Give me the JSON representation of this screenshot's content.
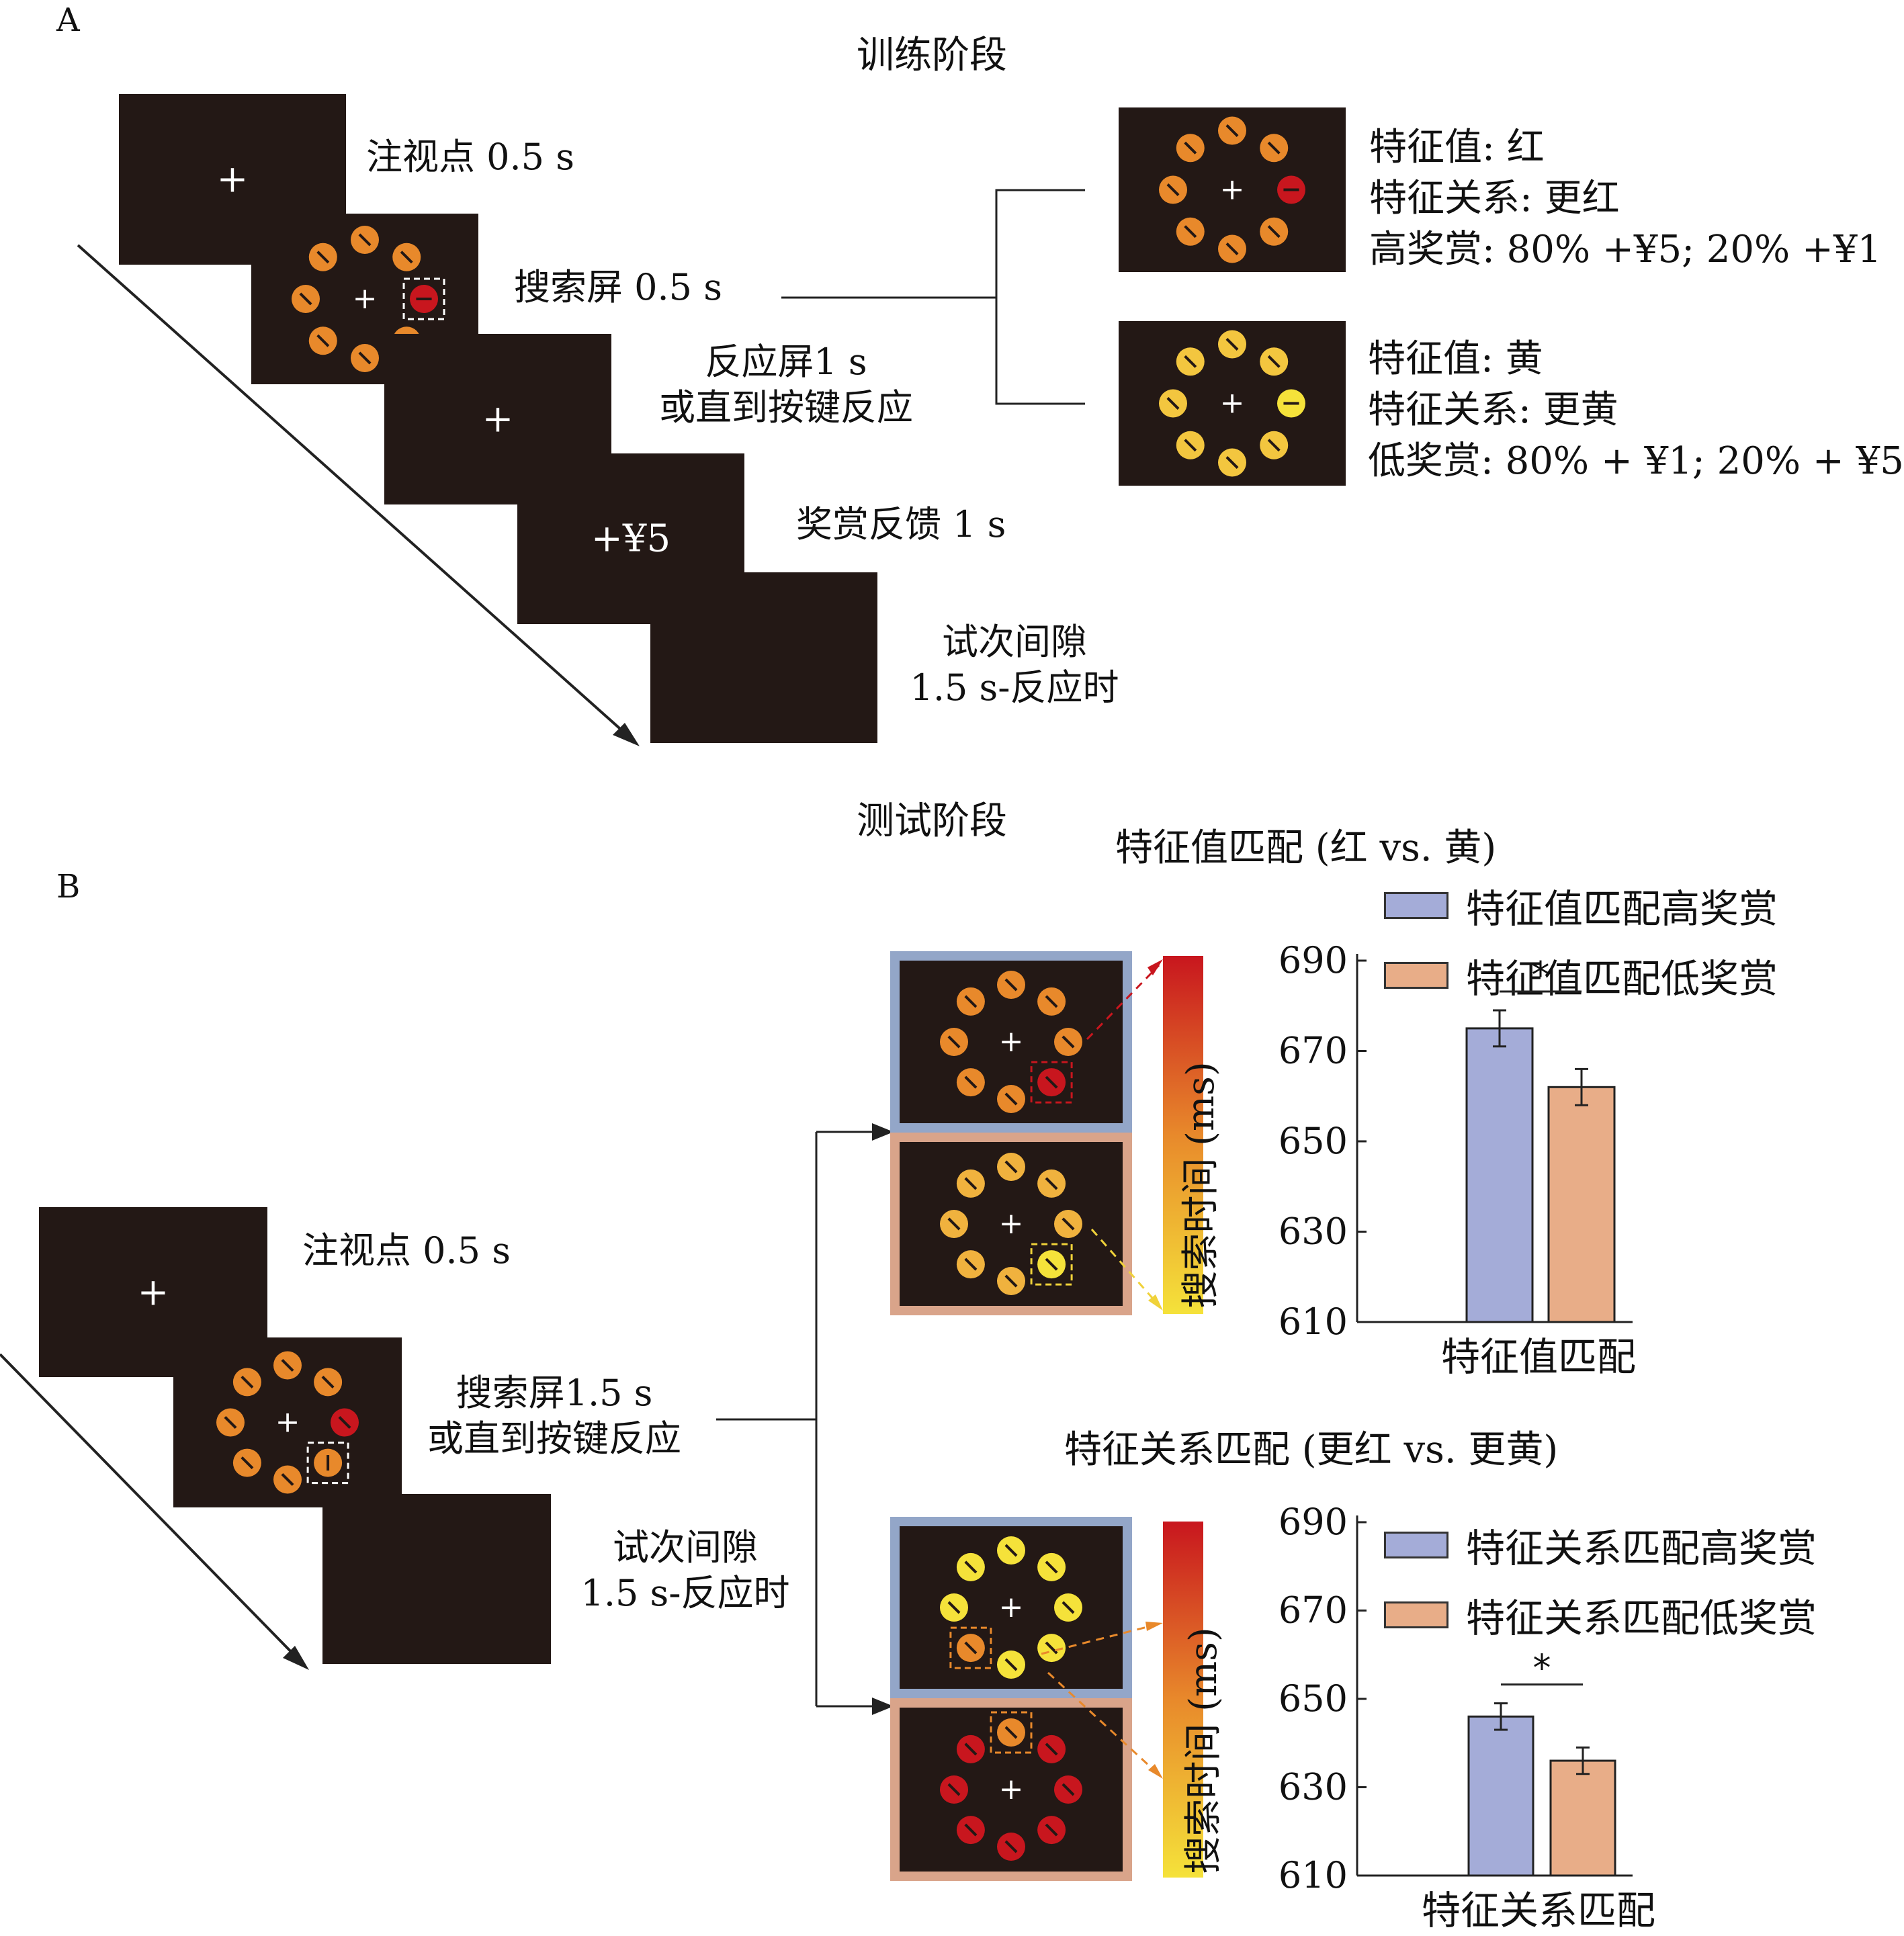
{
  "panelA": {
    "letter": "A",
    "title": "训练阶段",
    "steps": [
      {
        "name": "fixation",
        "label": "注视点 0.5 s"
      },
      {
        "name": "search",
        "label": "搜索屏 0.5 s"
      },
      {
        "name": "response",
        "line1": "反应屏1 s",
        "line2": "或直到按键反应"
      },
      {
        "name": "feedback",
        "label": "奖赏反馈 1 s"
      },
      {
        "name": "iti",
        "line1": "试次间隙",
        "line2": "1.5 s-反应时"
      }
    ],
    "feedback_screen_text": "+¥5",
    "fixation_symbol": "+",
    "conditions": [
      {
        "line1": "特征值: 红",
        "line2": "特征关系: 更红",
        "line3": "高奖赏: 80% +¥5; 20% +¥1"
      },
      {
        "line1": "特征值: 黄",
        "line2": "特征关系: 更黄",
        "line3": "低奖赏: 80% + ¥1; 20% + ¥5"
      }
    ]
  },
  "panelB": {
    "letter": "B",
    "title": "测试阶段",
    "steps": [
      {
        "name": "fixation",
        "label": "注视点 0.5 s"
      },
      {
        "name": "search",
        "line1": "搜索屏1.5 s",
        "line2": "或直到按键反应"
      },
      {
        "name": "iti",
        "line1": "试次间隙",
        "line2": "1.5 s-反应时"
      }
    ]
  },
  "colors": {
    "screen": "#231815",
    "red": "#c8161e",
    "dark_orange": "#e8892b",
    "orange": "#eb9a3a",
    "light_orange": "#f0b23e",
    "yellow_orange": "#f3c63f",
    "yellow": "#f5e23a",
    "high_frame": "#93a6c8",
    "low_frame": "#d9a48a",
    "high_bar": "#a4acd8",
    "low_bar": "#e8ad88"
  },
  "chart_data": [
    {
      "type": "bar",
      "title": "特征值匹配 (红 vs. 黄)",
      "xlabel": "特征值匹配",
      "ylabel": "搜索时间 (ms)",
      "ylim": [
        610,
        690
      ],
      "yticks": [
        610,
        630,
        650,
        670,
        690
      ],
      "categories": [
        "特征值匹配"
      ],
      "series": [
        {
          "name": "特征值匹配高奖赏",
          "values": [
            675
          ],
          "error": [
            4
          ]
        },
        {
          "name": "特征值匹配低奖赏",
          "values": [
            662
          ],
          "error": [
            4
          ]
        }
      ],
      "annotation": "*",
      "legend": "top-right"
    },
    {
      "type": "bar",
      "title": "特征关系匹配 (更红 vs. 更黄)",
      "xlabel": "特征关系匹配",
      "ylabel": "搜索时间 (ms)",
      "ylim": [
        610,
        690
      ],
      "yticks": [
        610,
        630,
        650,
        670,
        690
      ],
      "categories": [
        "特征关系匹配"
      ],
      "series": [
        {
          "name": "特征关系匹配高奖赏",
          "values": [
            646
          ],
          "error": [
            3
          ]
        },
        {
          "name": "特征关系匹配低奖赏",
          "values": [
            636
          ],
          "error": [
            3
          ]
        }
      ],
      "annotation": "*",
      "legend": "top-right"
    }
  ]
}
